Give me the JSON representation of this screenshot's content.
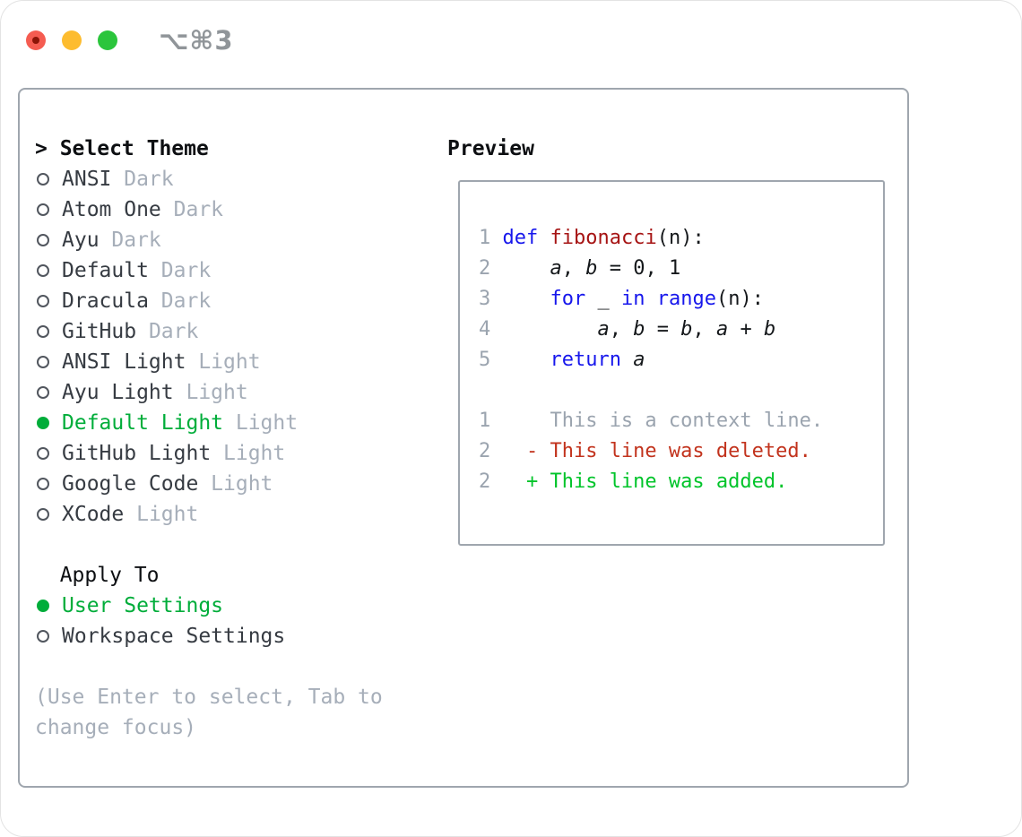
{
  "window": {
    "shortcut": "⌥⌘3"
  },
  "colors": {
    "tl-red": "#f55c51",
    "tl-red-dot": "#8c1407",
    "tl-yellow": "#fdbc2f",
    "tl-green": "#2bc53c",
    "shortcut": "#909599",
    "panel-border": "#9fa6ae",
    "heading": "#0d0f12",
    "item-text": "#363b42",
    "muted": "#a6aeb9",
    "radio-ring": "#51565e",
    "accent-green": "#00ad3a",
    "keyword": "#1717ec",
    "function": "#a61414",
    "code-plain": "#15181b",
    "code-muted": "#9ba4af",
    "diff-red": "#c2331d",
    "diff-green": "#00c42a"
  },
  "theme_selector": {
    "title_prefix": ">",
    "title": "Select Theme",
    "items": [
      {
        "label": "ANSI",
        "variant": "Dark",
        "selected": false
      },
      {
        "label": "Atom One",
        "variant": "Dark",
        "selected": false
      },
      {
        "label": "Ayu",
        "variant": "Dark",
        "selected": false
      },
      {
        "label": "Default",
        "variant": "Dark",
        "selected": false
      },
      {
        "label": "Dracula",
        "variant": "Dark",
        "selected": false
      },
      {
        "label": "GitHub",
        "variant": "Dark",
        "selected": false
      },
      {
        "label": "ANSI Light",
        "variant": "Light",
        "selected": false
      },
      {
        "label": "Ayu Light",
        "variant": "Light",
        "selected": false
      },
      {
        "label": "Default Light",
        "variant": "Light",
        "selected": true
      },
      {
        "label": "GitHub Light",
        "variant": "Light",
        "selected": false
      },
      {
        "label": "Google Code",
        "variant": "Light",
        "selected": false
      },
      {
        "label": "XCode",
        "variant": "Light",
        "selected": false
      }
    ],
    "apply_to": {
      "title": "Apply To",
      "options": [
        {
          "label": "User Settings",
          "selected": true
        },
        {
          "label": "Workspace Settings",
          "selected": false
        }
      ]
    },
    "hint_lines": [
      "(Use Enter to select, Tab to",
      "change focus)"
    ]
  },
  "preview": {
    "title": "Preview",
    "code_lines": [
      {
        "num": "1",
        "tokens": [
          [
            "kw",
            "def"
          ],
          [
            "pl",
            " "
          ],
          [
            "fn",
            "fibonacci"
          ],
          [
            "pl",
            "(n):"
          ]
        ]
      },
      {
        "num": "2",
        "tokens": [
          [
            "pl",
            "    "
          ],
          [
            "var",
            "a"
          ],
          [
            "pl",
            ", "
          ],
          [
            "var",
            "b"
          ],
          [
            "pl",
            " = 0, 1"
          ]
        ]
      },
      {
        "num": "3",
        "tokens": [
          [
            "pl",
            "    "
          ],
          [
            "kw",
            "for"
          ],
          [
            "pl",
            " _ "
          ],
          [
            "kw",
            "in"
          ],
          [
            "pl",
            " "
          ],
          [
            "kw",
            "range"
          ],
          [
            "pl",
            "(n):"
          ]
        ]
      },
      {
        "num": "4",
        "tokens": [
          [
            "pl",
            "        "
          ],
          [
            "var",
            "a"
          ],
          [
            "pl",
            ", "
          ],
          [
            "var",
            "b"
          ],
          [
            "pl",
            " = "
          ],
          [
            "var",
            "b"
          ],
          [
            "pl",
            ", "
          ],
          [
            "var",
            "a"
          ],
          [
            "pl",
            " + "
          ],
          [
            "var",
            "b"
          ]
        ]
      },
      {
        "num": "5",
        "tokens": [
          [
            "pl",
            "    "
          ],
          [
            "kw",
            "return"
          ],
          [
            "pl",
            " "
          ],
          [
            "var",
            "a"
          ]
        ]
      }
    ],
    "diff_lines": [
      {
        "num": "1",
        "type": "context",
        "marker": "",
        "text": "This is a context line."
      },
      {
        "num": "2",
        "type": "deleted",
        "marker": "-",
        "text": "This line was deleted."
      },
      {
        "num": "2",
        "type": "added",
        "marker": "+",
        "text": "This line was added."
      }
    ]
  }
}
